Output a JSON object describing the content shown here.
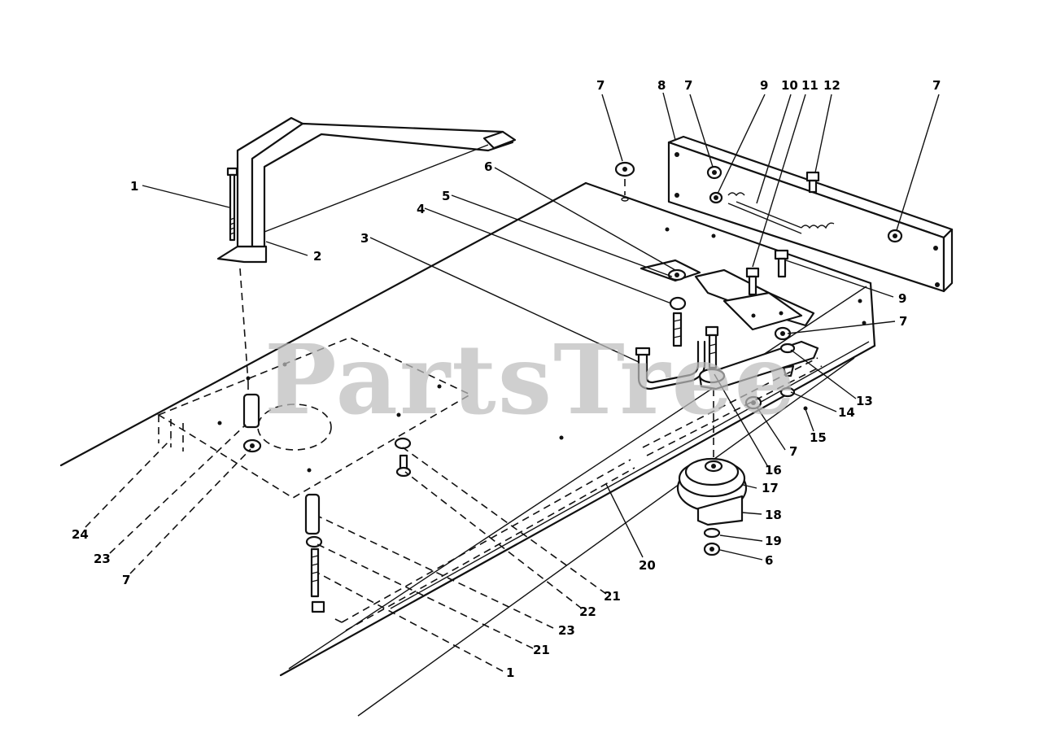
{
  "watermark": "PartsTree",
  "callouts": [
    {
      "id": "c1a",
      "label": "1"
    },
    {
      "id": "c2",
      "label": "2"
    },
    {
      "id": "c3",
      "label": "3"
    },
    {
      "id": "c4",
      "label": "4"
    },
    {
      "id": "c5",
      "label": "5"
    },
    {
      "id": "c6a",
      "label": "6"
    },
    {
      "id": "c7a",
      "label": "7"
    },
    {
      "id": "c8",
      "label": "8"
    },
    {
      "id": "c7b",
      "label": "7"
    },
    {
      "id": "c9a",
      "label": "9"
    },
    {
      "id": "c10",
      "label": "10"
    },
    {
      "id": "c11",
      "label": "11"
    },
    {
      "id": "c12",
      "label": "12"
    },
    {
      "id": "c7c",
      "label": "7"
    },
    {
      "id": "c9b",
      "label": "9"
    },
    {
      "id": "c7d",
      "label": "7"
    },
    {
      "id": "c13",
      "label": "13"
    },
    {
      "id": "c14",
      "label": "14"
    },
    {
      "id": "c15",
      "label": "15"
    },
    {
      "id": "c7e",
      "label": "7"
    },
    {
      "id": "c16",
      "label": "16"
    },
    {
      "id": "c17",
      "label": "17"
    },
    {
      "id": "c18",
      "label": "18"
    },
    {
      "id": "c19",
      "label": "19"
    },
    {
      "id": "c6b",
      "label": "6"
    },
    {
      "id": "c20",
      "label": "20"
    },
    {
      "id": "c21a",
      "label": "21"
    },
    {
      "id": "c22",
      "label": "22"
    },
    {
      "id": "c23a",
      "label": "23"
    },
    {
      "id": "c21b",
      "label": "21"
    },
    {
      "id": "c1b",
      "label": "1"
    },
    {
      "id": "c24",
      "label": "24"
    },
    {
      "id": "c23b",
      "label": "23"
    },
    {
      "id": "c7f",
      "label": "7"
    }
  ]
}
